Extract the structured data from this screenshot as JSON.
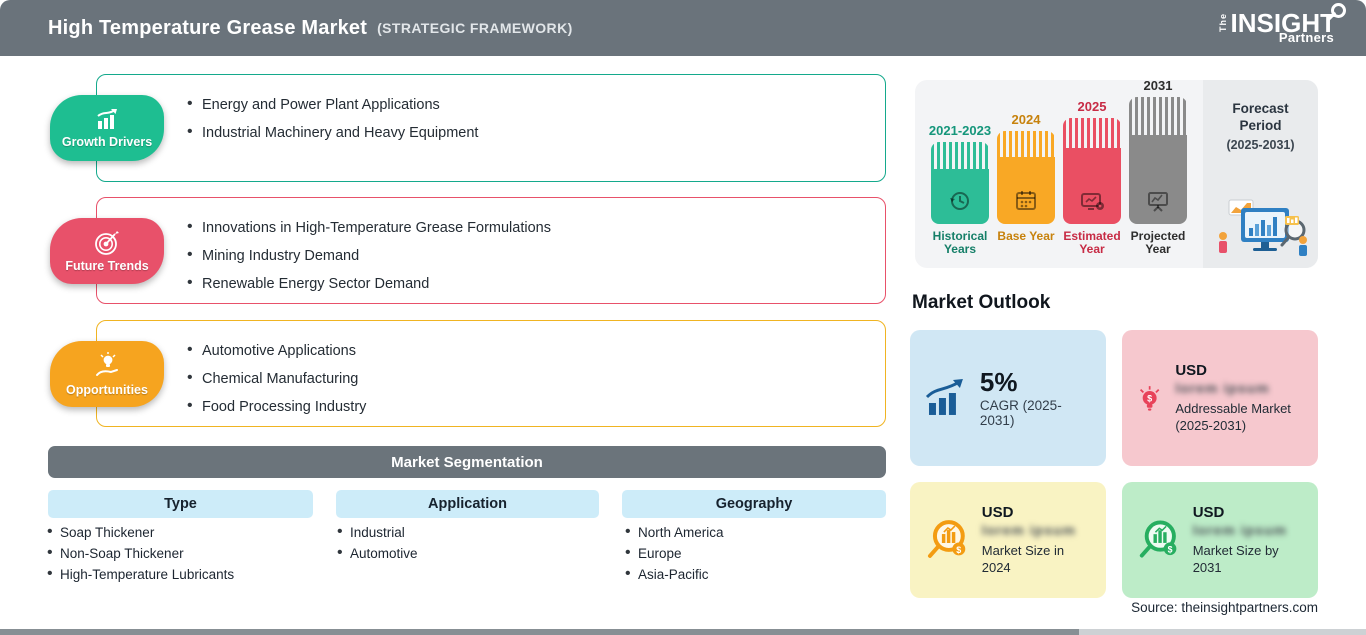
{
  "header": {
    "title": "High Temperature Grease Market",
    "subtitle": "(STRATEGIC FRAMEWORK)",
    "logo": {
      "the": "The",
      "insight": "INSIGHT",
      "partners": "Partners"
    }
  },
  "sections": [
    {
      "id": "growth-drivers",
      "label": "Growth Drivers",
      "icon": "growth-chart-icon",
      "color": "#1ebe91",
      "items": [
        "Energy and Power Plant Applications",
        "Industrial Machinery and Heavy Equipment"
      ]
    },
    {
      "id": "future-trends",
      "label": "Future Trends",
      "icon": "target-icon",
      "color": "#e8516a",
      "items": [
        "Innovations in High-Temperature Grease Formulations",
        "Mining Industry Demand",
        "Renewable Energy Sector Demand"
      ]
    },
    {
      "id": "opportunities",
      "label": "Opportunities",
      "icon": "bulb-hand-icon",
      "color": "#f6a41f",
      "items": [
        "Automotive Applications",
        "Chemical Manufacturing",
        "Food Processing Industry"
      ]
    }
  ],
  "segmentation": {
    "title": "Market Segmentation",
    "columns": [
      {
        "header": "Type",
        "items": [
          "Soap Thickener",
          "Non-Soap Thickener",
          "High-Temperature Lubricants"
        ]
      },
      {
        "header": "Application",
        "items": [
          "Industrial",
          "Automotive"
        ]
      },
      {
        "header": "Geography",
        "items": [
          "North America",
          "Europe",
          "Asia-Pacific"
        ]
      }
    ]
  },
  "timeline": {
    "bars": [
      {
        "year": "2021-2023",
        "label": "Historical Years",
        "color": "#2dbd97",
        "icon": "history-clock-icon"
      },
      {
        "year": "2024",
        "label": "Base Year",
        "color": "#f9a825",
        "icon": "calendar-icon"
      },
      {
        "year": "2025",
        "label": "Estimated Year",
        "color": "#ea4f63",
        "icon": "monitor-gear-icon"
      },
      {
        "year": "2031",
        "label": "Projected Year",
        "color": "#8a8a8a",
        "icon": "presentation-screen-icon"
      }
    ],
    "forecast": {
      "title": "Forecast Period",
      "range": "(2025-2031)"
    }
  },
  "market_outlook": {
    "title": "Market Outlook",
    "cards": [
      {
        "value": "5%",
        "label": "CAGR (2025-2031)",
        "bg": "#d0e7f4",
        "icon": "bar-growth-icon"
      },
      {
        "currency": "USD",
        "blurred_value": "lorem ipsum",
        "label": "Addressable Market (2025-2031)",
        "bg": "#f6c8ce",
        "icon": "bulb-dollar-icon"
      },
      {
        "currency": "USD",
        "blurred_value": "lorem ipsum",
        "label": "Market Size in 2024",
        "bg": "#f9f3c3",
        "icon": "magnifier-dollar-orange-icon"
      },
      {
        "currency": "USD",
        "blurred_value": "lorem ipsum",
        "label": "Market Size by 2031",
        "bg": "#bdecc8",
        "icon": "magnifier-dollar-green-icon"
      }
    ]
  },
  "source": "Source: theinsightpartners.com",
  "colors": {
    "header_bg": "#6a737b",
    "segmentation_bar_bg": "#6b747b",
    "segment_header_bg": "#cdecf9",
    "growth": "#1ebe91",
    "trends": "#e8516a",
    "opportunities": "#f6a41f",
    "timeline_card_bg": "#f3f4f6",
    "forecast_panel_bg": "#e9ebed",
    "cagr_icon_blue": "#1a5d97"
  }
}
